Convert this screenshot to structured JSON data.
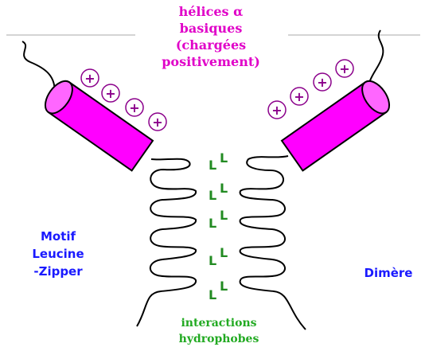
{
  "labels": {
    "helices": "hélices α\nbasiques\n(chargées\npositivement)",
    "motif": "Motif\nLeucine\n-Zipper",
    "dimere": "Dimère",
    "interactions": "interactions\nhydrophobes"
  },
  "symbols": {
    "charge": "+",
    "leucine": "L"
  },
  "colors": {
    "helix_fill": "#ff00ff",
    "helix_cap": "#ff66ff",
    "charge": "#8b008b",
    "leucine": "#228b22",
    "title": "#e000c8",
    "side_labels": "#1a1aff",
    "bottom_label": "#22aa22",
    "line": "#000000"
  }
}
